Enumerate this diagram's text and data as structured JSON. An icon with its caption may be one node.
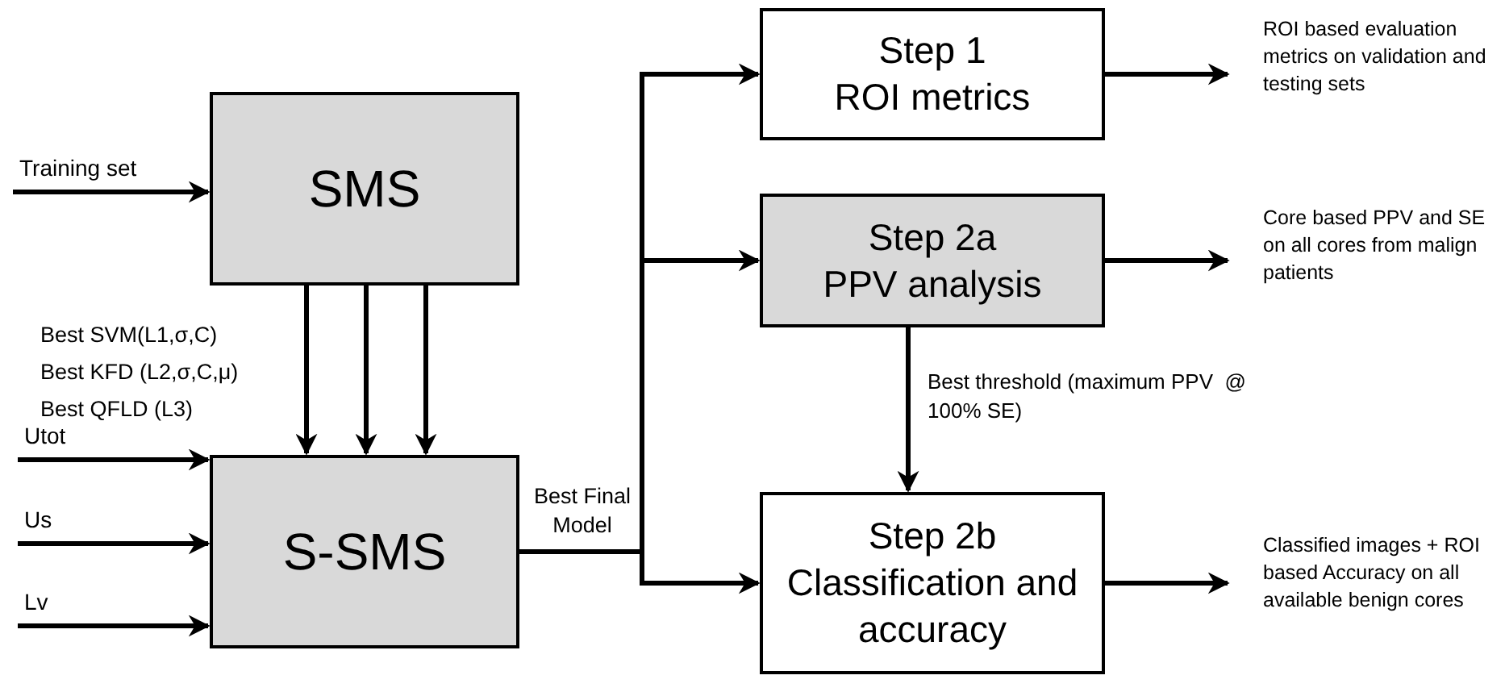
{
  "diagram": {
    "nodes": [
      {
        "text": [
          "Training set"
        ]
      },
      {
        "text": [
          "SMS"
        ]
      },
      {
        "text": [
          "Utot"
        ]
      },
      {
        "text": [
          "Us"
        ]
      },
      {
        "text": [
          "Lv"
        ]
      },
      {
        "text": [
          "S-SMS"
        ]
      },
      {
        "text": [
          "Step 1",
          "ROI metrics"
        ]
      },
      {
        "text": [
          "Step 2a",
          "PPV analysis"
        ]
      },
      {
        "text": [
          "Step 2b",
          "Classification and accuracy"
        ]
      },
      {
        "text": [
          "ROI based evaluation metrics on validation and testing sets"
        ]
      },
      {
        "text": [
          "Core based PPV and SE on all cores from malign patients"
        ]
      },
      {
        "text": [
          "Classified images + ROI based Accuracy on all available benign cores"
        ]
      }
    ],
    "edges": [
      {
        "from": 0,
        "to": 1,
        "arrow": "to"
      },
      {
        "from": 1,
        "to": 5,
        "arrow": "to"
      },
      {
        "from": 1,
        "to": 5,
        "arrow": "to"
      },
      {
        "from": 1,
        "to": 5,
        "arrow": "to"
      },
      {
        "from": 2,
        "to": 5,
        "arrow": "to"
      },
      {
        "from": 3,
        "to": 5,
        "arrow": "to"
      },
      {
        "from": 4,
        "to": 5,
        "arrow": "to"
      },
      {
        "from": 5,
        "to": 6,
        "arrow": "to"
      },
      {
        "from": 5,
        "to": 7,
        "arrow": "to"
      },
      {
        "from": 5,
        "to": 8,
        "arrow": "to"
      },
      {
        "from": 7,
        "to": 8,
        "arrow": "to",
        "label": "Best threshold (maximum PPV  @ 100% SE)"
      },
      {
        "from": 6,
        "to": 9,
        "arrow": "to"
      },
      {
        "from": 7,
        "to": 10,
        "arrow": "to"
      },
      {
        "from": 8,
        "to": 11,
        "arrow": "to"
      }
    ],
    "labels": [
      "Best SVM(L1,σ,C)",
      "Best KFD (L2,σ,C,μ)",
      "Best QFLD (L3)",
      "Best Final Model"
    ]
  }
}
